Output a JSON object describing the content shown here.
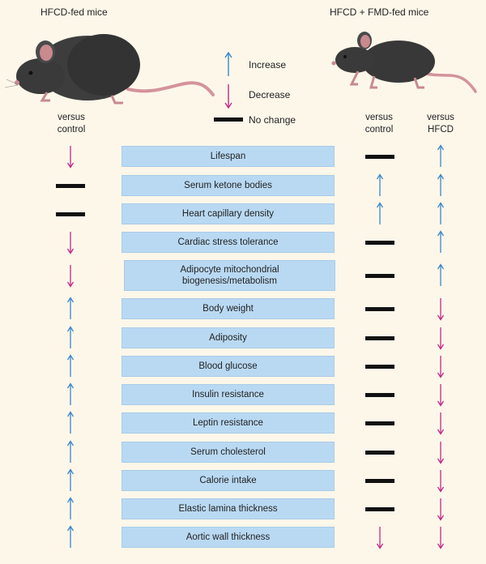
{
  "headers": {
    "left_title": "HFCD-fed mice",
    "right_title": "HFCD + FMD-fed mice",
    "col1": [
      "versus",
      "control"
    ],
    "col2": [
      "versus",
      "control"
    ],
    "col3": [
      "versus",
      "HFCD"
    ]
  },
  "legend": {
    "increase": "Increase",
    "decrease": "Decrease",
    "no_change": "No change"
  },
  "colors": {
    "increase": "#3a86c8",
    "decrease": "#c2288a",
    "no_change": "#111111",
    "box": "#b9d9f3"
  },
  "rows": [
    {
      "label": "Lifespan",
      "hfcd_vs_control": "decrease",
      "fmd_vs_control": "no_change",
      "fmd_vs_hfcd": "increase"
    },
    {
      "label": "Serum ketone bodies",
      "hfcd_vs_control": "no_change",
      "fmd_vs_control": "increase",
      "fmd_vs_hfcd": "increase"
    },
    {
      "label": "Heart capillary density",
      "hfcd_vs_control": "no_change",
      "fmd_vs_control": "increase",
      "fmd_vs_hfcd": "increase"
    },
    {
      "label": "Cardiac stress tolerance",
      "hfcd_vs_control": "decrease",
      "fmd_vs_control": "no_change",
      "fmd_vs_hfcd": "increase"
    },
    {
      "label": "Adipocyte mitochondrial\nbiogenesis/metabolism",
      "hfcd_vs_control": "decrease",
      "fmd_vs_control": "no_change",
      "fmd_vs_hfcd": "increase"
    },
    {
      "label": "Body weight",
      "hfcd_vs_control": "increase",
      "fmd_vs_control": "no_change",
      "fmd_vs_hfcd": "decrease"
    },
    {
      "label": "Adiposity",
      "hfcd_vs_control": "increase",
      "fmd_vs_control": "no_change",
      "fmd_vs_hfcd": "decrease"
    },
    {
      "label": "Blood glucose",
      "hfcd_vs_control": "increase",
      "fmd_vs_control": "no_change",
      "fmd_vs_hfcd": "decrease"
    },
    {
      "label": "Insulin resistance",
      "hfcd_vs_control": "increase",
      "fmd_vs_control": "no_change",
      "fmd_vs_hfcd": "decrease"
    },
    {
      "label": "Leptin resistance",
      "hfcd_vs_control": "increase",
      "fmd_vs_control": "no_change",
      "fmd_vs_hfcd": "decrease"
    },
    {
      "label": "Serum cholesterol",
      "hfcd_vs_control": "increase",
      "fmd_vs_control": "no_change",
      "fmd_vs_hfcd": "decrease"
    },
    {
      "label": "Calorie intake",
      "hfcd_vs_control": "increase",
      "fmd_vs_control": "no_change",
      "fmd_vs_hfcd": "decrease"
    },
    {
      "label": "Elastic lamina thickness",
      "hfcd_vs_control": "increase",
      "fmd_vs_control": "no_change",
      "fmd_vs_hfcd": "decrease"
    },
    {
      "label": "Aortic wall thickness",
      "hfcd_vs_control": "increase",
      "fmd_vs_control": "decrease",
      "fmd_vs_hfcd": "decrease"
    }
  ]
}
